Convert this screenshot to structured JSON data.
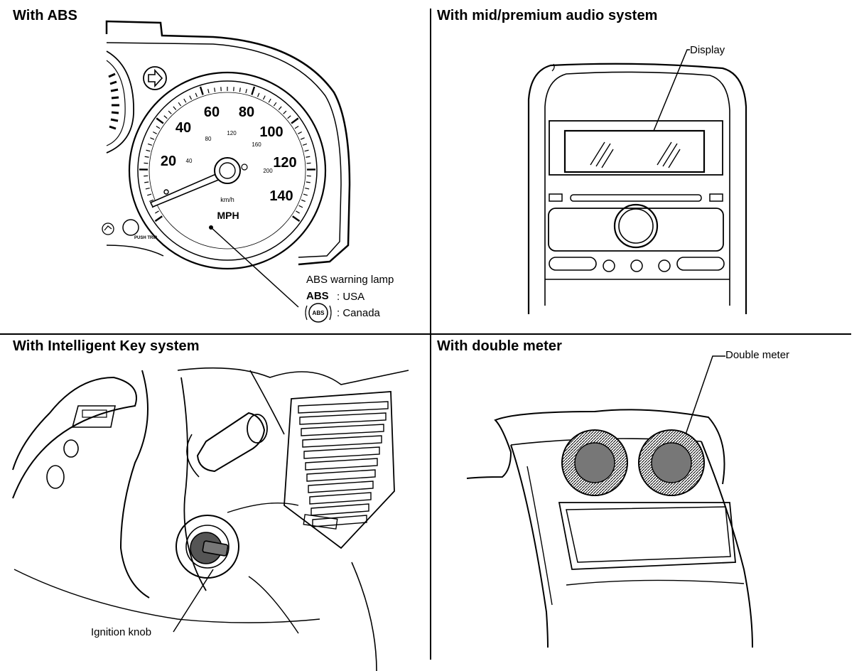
{
  "panels": {
    "abs": {
      "title": "With ABS",
      "gauge": {
        "mph_labels": [
          "20",
          "40",
          "60",
          "80",
          "100",
          "120",
          "140"
        ],
        "kmh_labels": [
          "40",
          "80",
          "120",
          "160",
          "200"
        ],
        "kmh_unit": "km/h",
        "mph_unit": "MPH",
        "push_trip": "PUSH TRIP"
      },
      "callout": {
        "title": "ABS warning lamp",
        "row1_symbol": "ABS",
        "row1_region": ": USA",
        "row2_symbol": "ABS",
        "row2_region": ": Canada"
      }
    },
    "audio": {
      "title": "With mid/premium audio system",
      "callout": "Display"
    },
    "intelligent_key": {
      "title": "With Intelligent Key system",
      "callout": "Ignition knob"
    },
    "double_meter": {
      "title": "With double meter",
      "callout": "Double meter"
    }
  }
}
